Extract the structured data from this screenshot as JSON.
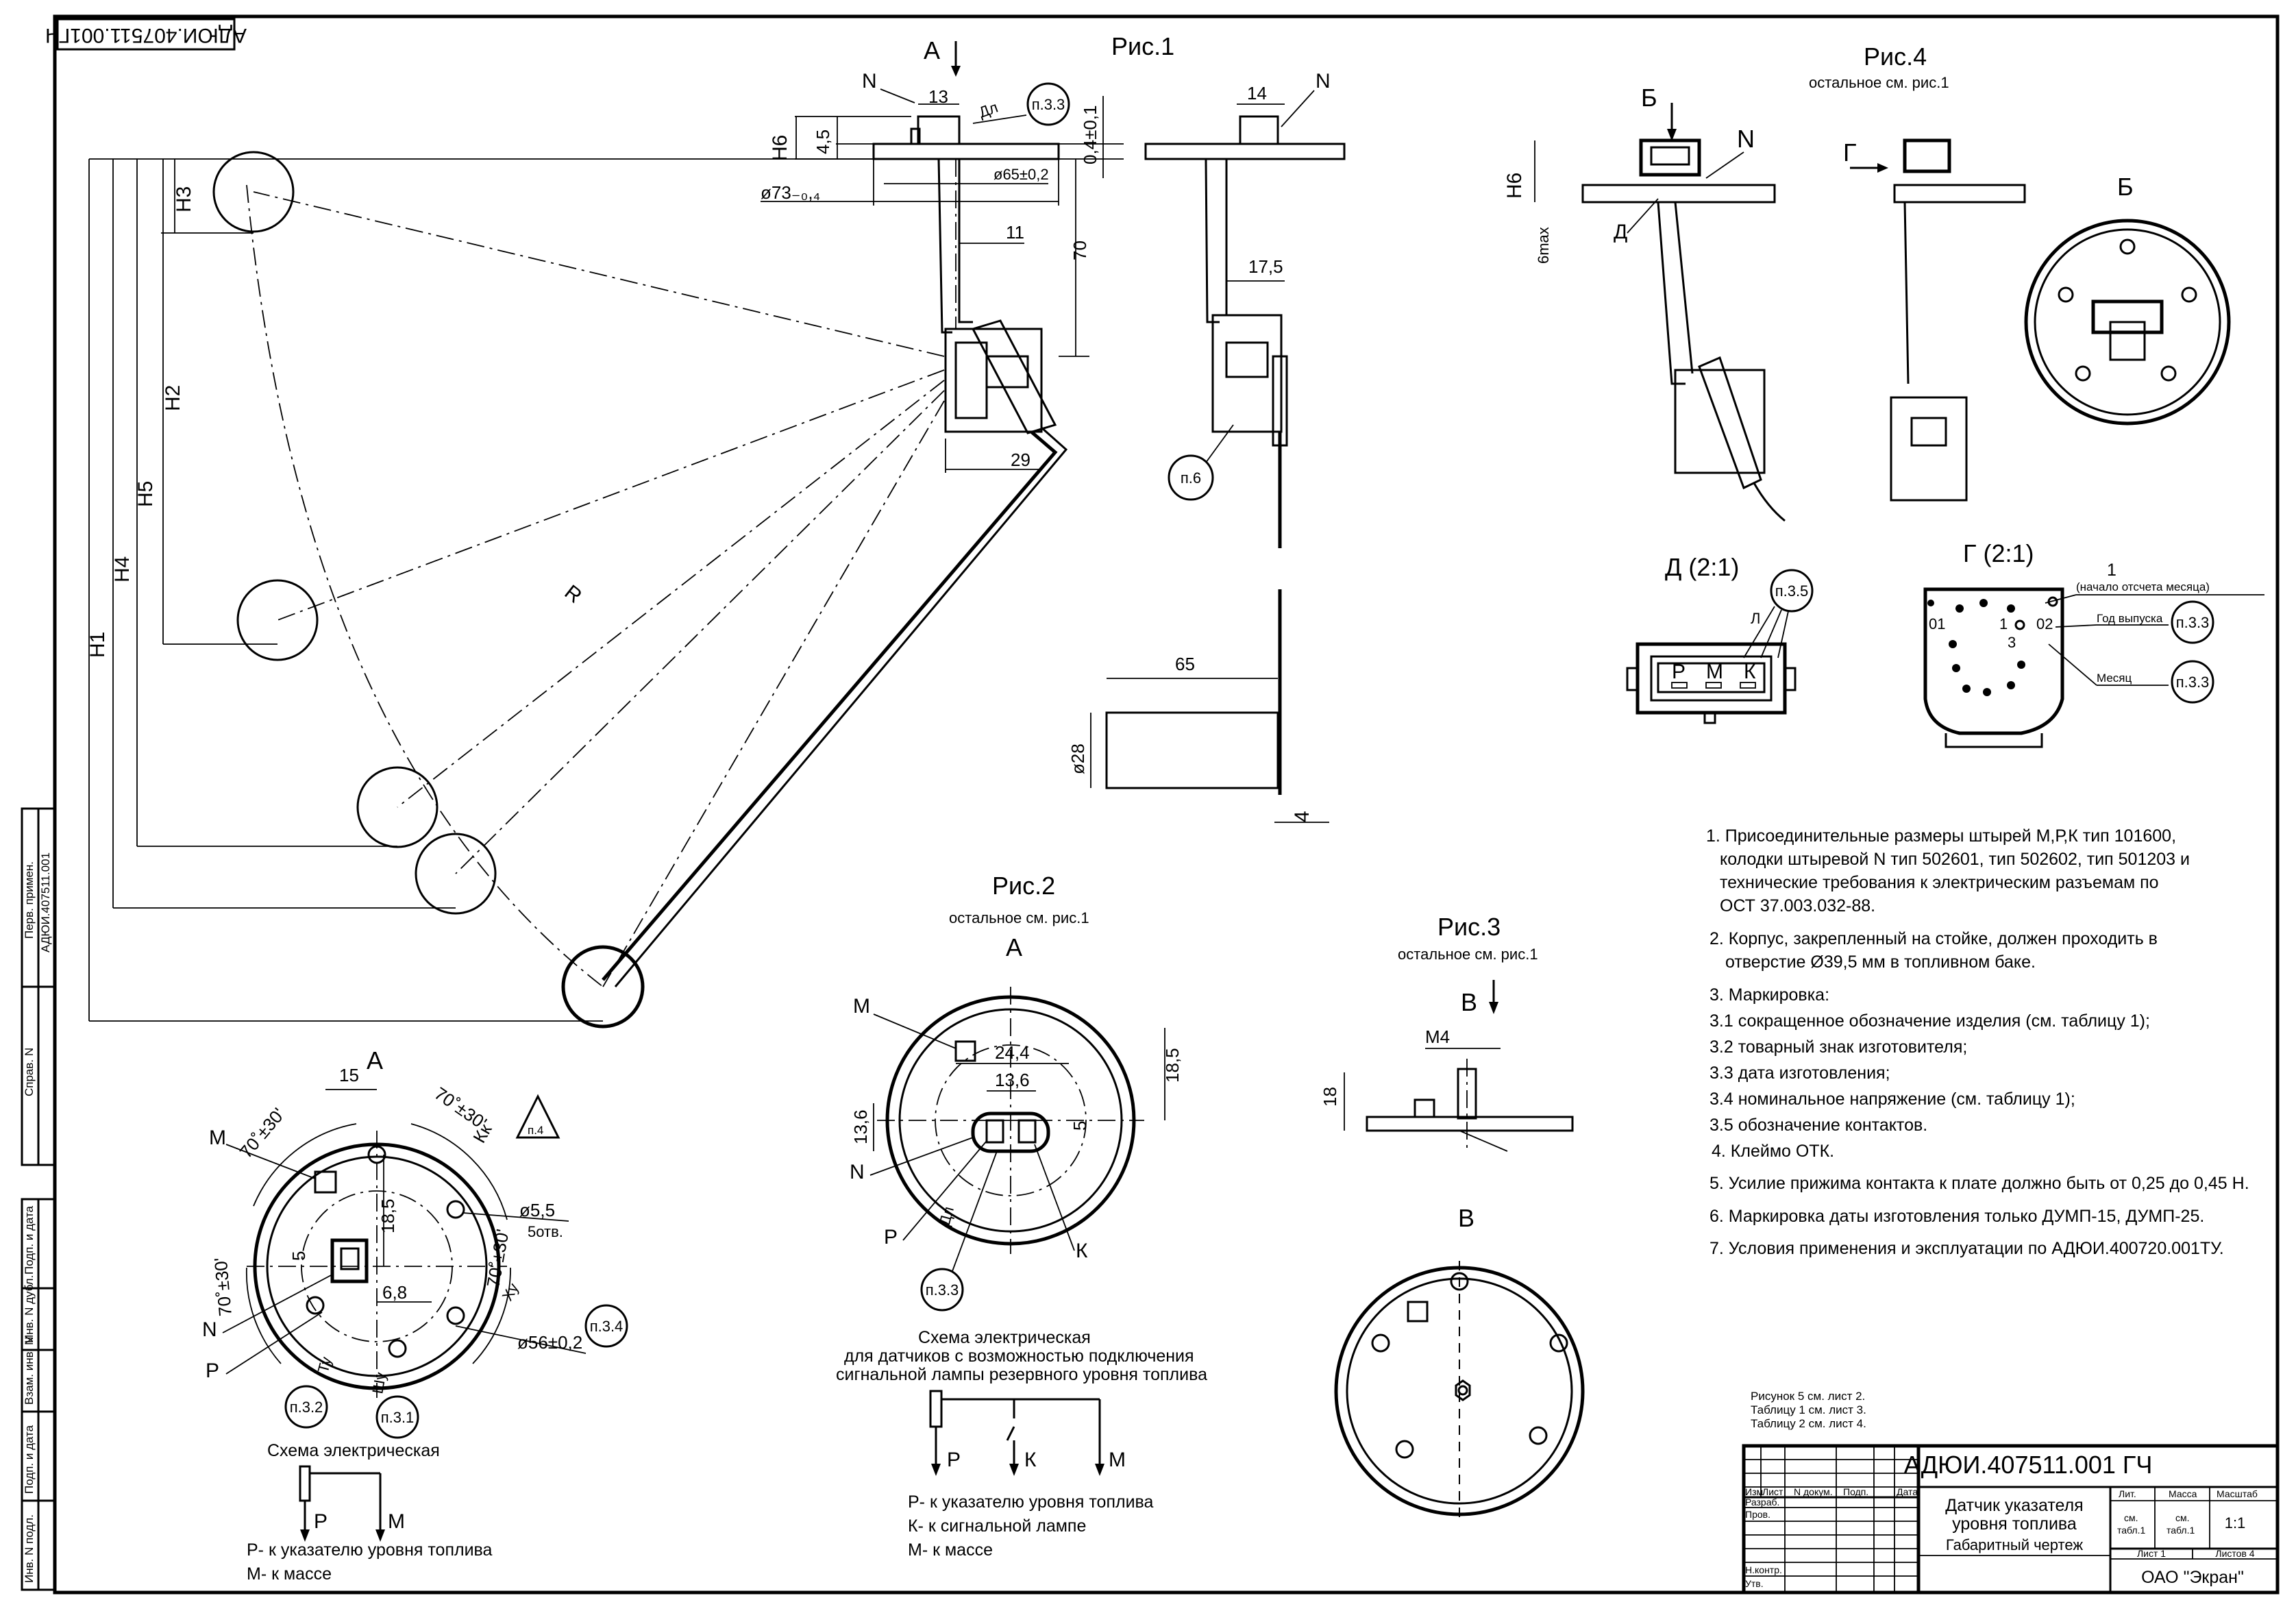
{
  "stamp": "АДЮИ.407511.001ГЧ",
  "figures": {
    "fig1": {
      "title": "Рис.1",
      "view_a": "А",
      "n_label": "N",
      "dl_label": "Дл",
      "dims": {
        "d13": "13",
        "h6": "Н6",
        "d45": "4,5",
        "d04": "0,4±0,1",
        "d73": "ø73₋₀,₄",
        "d65": "ø65±0,2",
        "h3": "Н3",
        "d11": "11",
        "d70": "70",
        "d29": "29",
        "h2": "Н2",
        "h5": "Н5",
        "h4": "Н4",
        "h1": "Н1",
        "r": "R"
      },
      "side": {
        "d14": "14",
        "n": "N",
        "d175": "17,5",
        "d65": "65",
        "d28": "ø28",
        "d4": "4"
      },
      "callout_p33": "п.3.3",
      "callout_p6": "п.6"
    },
    "view_a": {
      "title": "А",
      "m": "М",
      "n": "N",
      "p": "Р",
      "d15": "15",
      "a70_1": "70˚±30'",
      "a70_2": "70˚±30'",
      "a70_3": "70˚±30'",
      "a70_4": "70˚±30'",
      "kk": "Кк",
      "p4": "п.4",
      "d55": "ø5,5",
      "otv5": "5отв.",
      "d185": "18,5",
      "d5": "5",
      "d68": "6,8",
      "d56": "ø56±0,2",
      "xu": "Ху",
      "tu": "Ту",
      "shu": "Шу",
      "p32": "п.3.2",
      "p31": "п.3.1",
      "p34": "п.3.4"
    },
    "fig2": {
      "title": "Рис.2",
      "subtitle": "остальное см. рис.1",
      "view": "А",
      "m": "М",
      "n": "N",
      "p": "Р",
      "k": "К",
      "dl": "Дл",
      "d244": "24,4",
      "d136a": "13,6",
      "d185": "18,5",
      "d136b": "13,6",
      "d5": "5",
      "p33": "п.3.3"
    },
    "fig3": {
      "title": "Рис.3",
      "subtitle": "остальное см. рис.1",
      "view": "В",
      "m4": "М4",
      "d18": "18",
      "view2": "В"
    },
    "fig4": {
      "title": "Рис.4",
      "subtitle": "остальное см. рис.1",
      "b": "Б",
      "n": "N",
      "g": "Г",
      "h6": "Н6",
      "b6max": "6max",
      "d": "Д",
      "view_b": "Б"
    },
    "detail_d": {
      "title": "Д (2:1)",
      "p35": "п.3.5",
      "l": "Л",
      "pins": [
        "Р",
        "М",
        "К"
      ]
    },
    "detail_g": {
      "title": "Г (2:1)",
      "one": "1",
      "start": "(начало отсчета месяца)",
      "year": "Год выпуска",
      "month": "Месяц",
      "p33a": "п.3.3",
      "p33b": "п.3.3",
      "n01": "01",
      "n1": "1",
      "n02": "02",
      "n3": "3"
    }
  },
  "schematic1": {
    "title": "Схема электрическая",
    "p": "Р",
    "m": "М",
    "legend": [
      "Р- к указателю уровня топлива",
      "М- к массе"
    ]
  },
  "schematic2": {
    "title": [
      "Схема электрическая",
      "для датчиков с возможностью подключения",
      "сигнальной лампы резервного уровня топлива"
    ],
    "p": "Р",
    "k": "К",
    "m": "М",
    "legend": [
      "Р- к указателю уровня топлива",
      "К- к сигнальной лампе",
      "М- к массе"
    ]
  },
  "notes": [
    "1. Присоединительные размеры штырей  М,Р,К тип  101600,",
    "колодки штыревой N тип 502601, тип 502602, тип 501203 и",
    "технические требования к электрическим разъемам по",
    "ОСТ 37.003.032-88.",
    "2. Корпус, закрепленный на стойке, должен проходить в",
    "отверстие Ø39,5 мм в топливном баке.",
    "3. Маркировка:",
    "3.1 сокращенное обозначение изделия (см. таблицу 1);",
    "3.2 товарный знак изготовителя;",
    "3.3 дата изготовления;",
    "3.4 номинальное напряжение (см. таблицу 1);",
    "3.5 обозначение контактов.",
    "4. Клеймо ОТК.",
    "5. Усилие прижима контакта к плате должно быть от 0,25 до 0,45 Н.",
    "6. Маркировка даты изготовления только ДУМП-15, ДУМП-25.",
    "7. Условия применения и эксплуатации по  АДЮИ.400720.001ТУ."
  ],
  "refs": [
    "Рисунок 5  см. лист 2.",
    "Таблицу 1  см. лист 3.",
    "Таблицу 2  см. лист 4."
  ],
  "title_block": {
    "designation": "АДЮИ.407511.001 ГЧ",
    "name": [
      "Датчик указателя",
      "уровня топлива"
    ],
    "doc_type": "Габаритный чертеж",
    "company": "ОАО \"Экран\"",
    "lit": "Лит.",
    "mass": "Масса",
    "scale_h": "Масштаб",
    "lit_v": "см.",
    "lit_v2": "табл.1",
    "mass_v": "см.",
    "mass_v2": "табл.1",
    "scale": "1:1",
    "sheet": "Лист  1",
    "sheets": "Листов  4",
    "rows": [
      "Изм",
      "Лист",
      "N докум.",
      "Подп.",
      "Дата",
      "Разраб.",
      "Пров.",
      "Н.контр.",
      "Утв."
    ]
  },
  "side_stamps": [
    "Перв. примен.",
    "АДЮИ.407511.001",
    "Справ. N",
    "Подп. и дата",
    "Инв. N дубл.",
    "Взам. инв. N",
    "Подп. и дата",
    "Инв. N подл."
  ]
}
